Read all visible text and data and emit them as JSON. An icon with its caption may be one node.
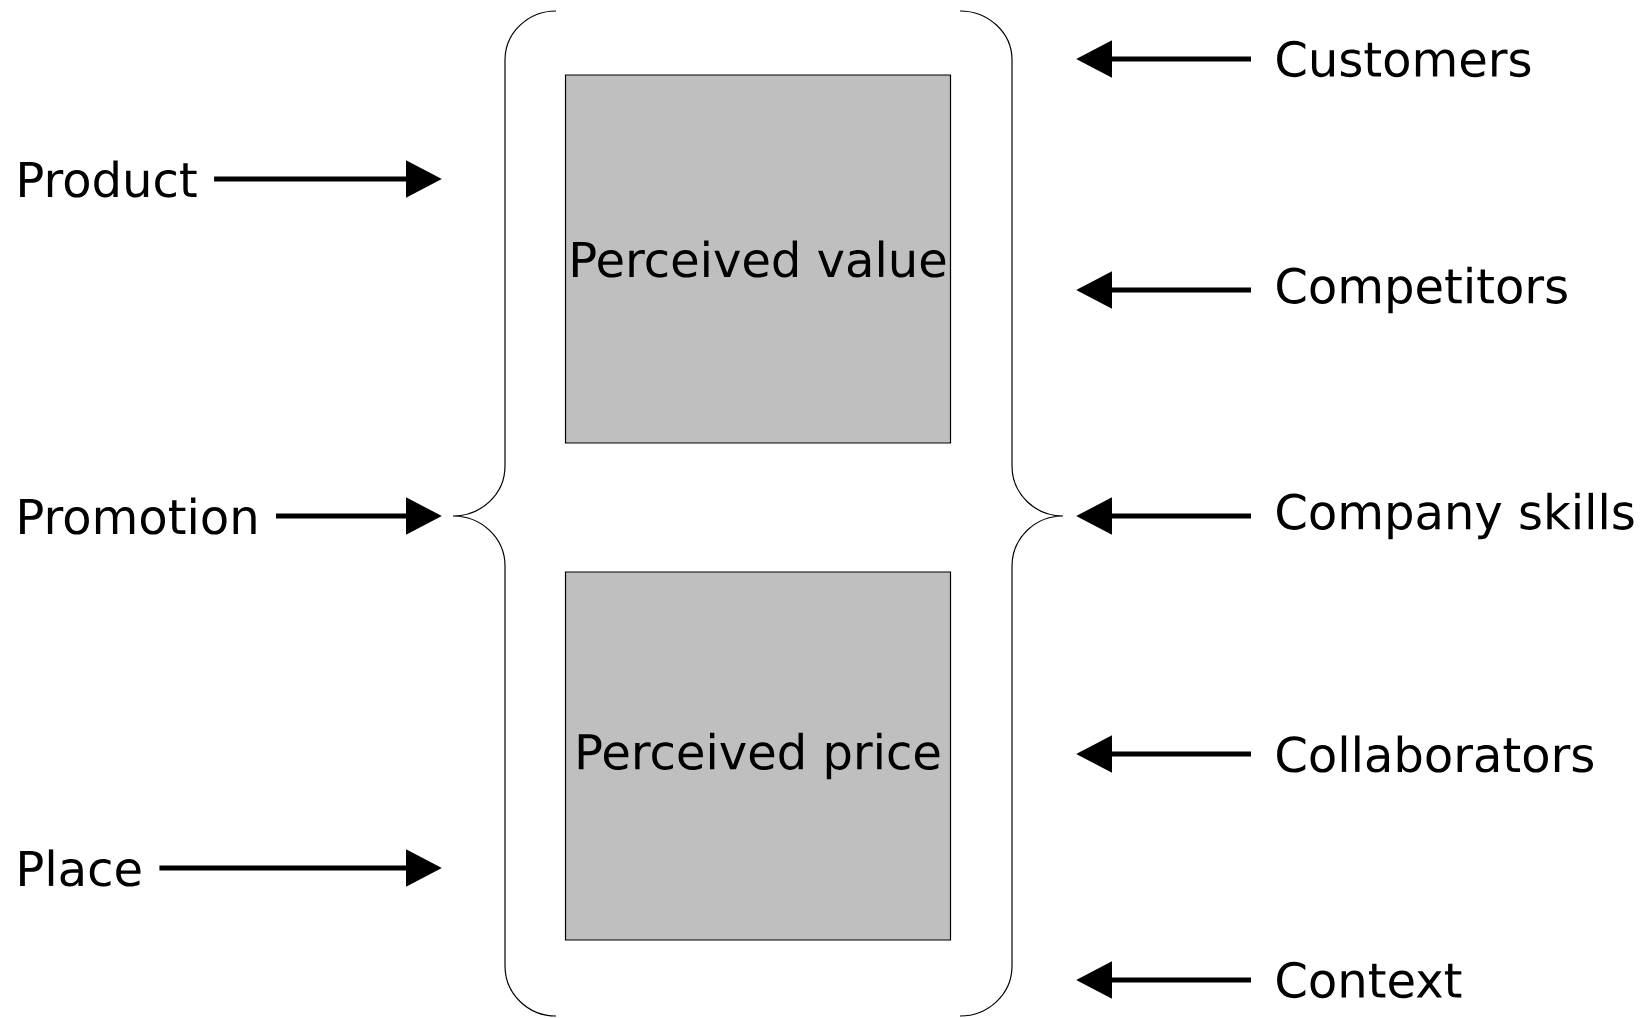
{
  "diagram": {
    "nodes": [
      {
        "text": [
          "Product"
        ]
      },
      {
        "text": [
          "Promotion"
        ]
      },
      {
        "text": [
          "Place"
        ]
      },
      {
        "text": [
          "Perceived value"
        ]
      },
      {
        "text": [
          "Perceived price"
        ]
      },
      {
        "text": [
          "Customers"
        ]
      },
      {
        "text": [
          "Competitors"
        ]
      },
      {
        "text": [
          "Company skills"
        ]
      },
      {
        "text": [
          "Collaborators"
        ]
      },
      {
        "text": [
          "Context"
        ]
      }
    ],
    "edges": [
      {
        "from": 0,
        "to": null,
        "arrow": "to"
      },
      {
        "from": 1,
        "to": null,
        "arrow": "to"
      },
      {
        "from": 2,
        "to": null,
        "arrow": "to"
      },
      {
        "from": 5,
        "to": null,
        "arrow": "to"
      },
      {
        "from": 6,
        "to": null,
        "arrow": "to"
      },
      {
        "from": 7,
        "to": null,
        "arrow": "to"
      },
      {
        "from": 8,
        "to": null,
        "arrow": "to"
      },
      {
        "from": 9,
        "to": null,
        "arrow": "to"
      }
    ]
  }
}
